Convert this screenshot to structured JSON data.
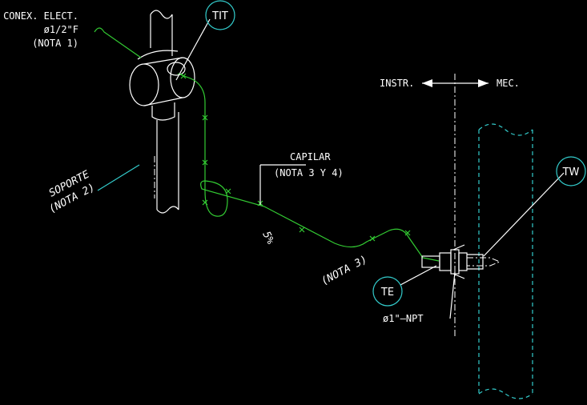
{
  "labels": {
    "conex_line1": "CONEX. ELECT.",
    "conex_line2": "ø1/2\"F",
    "conex_line3": "(NOTA 1)",
    "instr": "INSTR.",
    "mec": "MEC.",
    "capilar_line1": "CAPILAR",
    "capilar_line2": "(NOTA 3 Y 4)",
    "soporte_line1": "SOPORTE",
    "soporte_line2": "(NOTA 2)",
    "slope": "5%",
    "nota3": "(NOTA 3)",
    "npt": "ø1\"–NPT"
  },
  "tags": {
    "tit": "TIT",
    "tw": "TW",
    "te": "TE"
  },
  "colors": {
    "background": "#000000",
    "text": "#ffffff",
    "capillary": "#33cc33",
    "balloon": "#33cccc"
  }
}
